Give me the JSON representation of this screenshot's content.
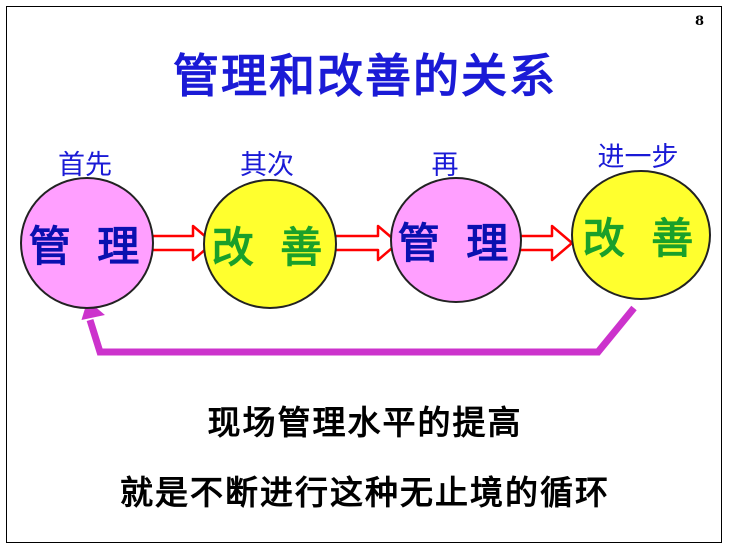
{
  "page_number": "8",
  "title": "管理和改善的关系",
  "steps": [
    {
      "label": "首先",
      "node_text": "管 理"
    },
    {
      "label": "其次",
      "node_text": "改 善"
    },
    {
      "label": "再",
      "node_text": "管 理"
    },
    {
      "label": "进一步",
      "node_text": "改 善"
    }
  ],
  "captions": [
    "现场管理水平的提高",
    "就是不断进行这种无止境的循环"
  ],
  "colors": {
    "title": "#1a1ad6",
    "pink_node": "#ff9fff",
    "yellow_node": "#ffff2e",
    "manage_text": "#0a10b0",
    "improve_text": "#1aa02a",
    "arrow": "#ff0000",
    "loop_arrow": "#cc33cc"
  }
}
